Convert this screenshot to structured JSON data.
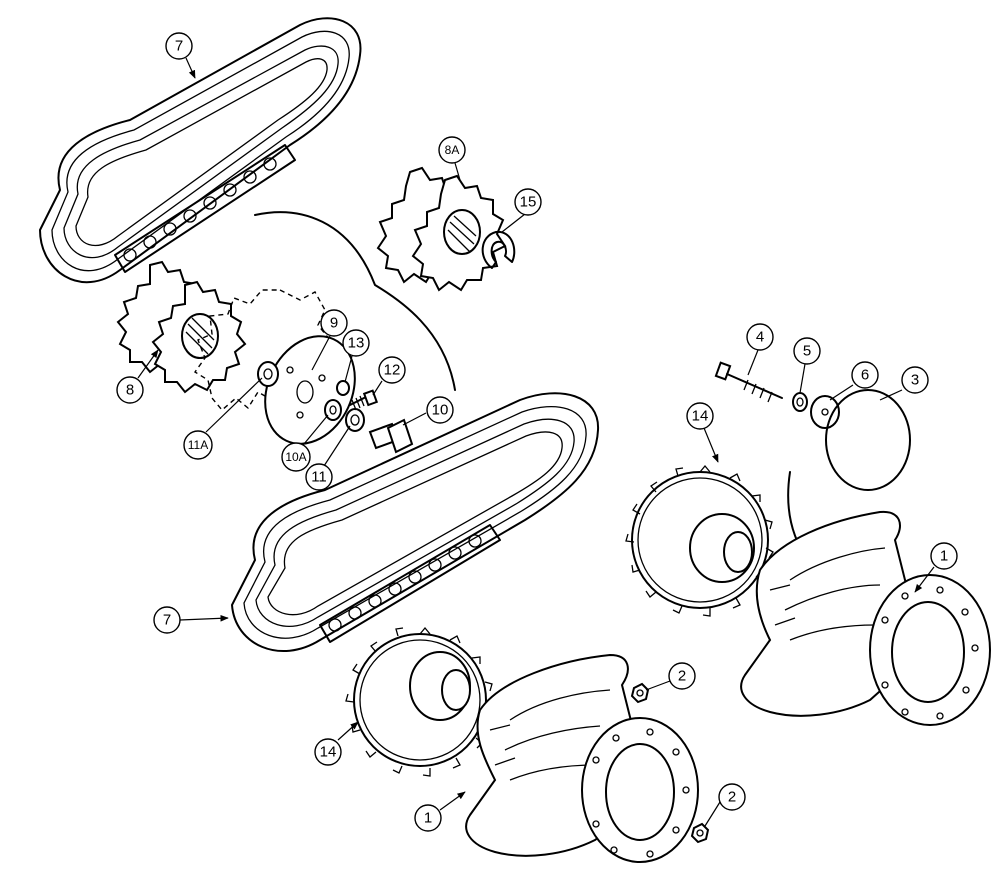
{
  "callouts": {
    "c1a": "1",
    "c1b": "1",
    "c2a": "2",
    "c2b": "2",
    "c3": "3",
    "c4": "4",
    "c5": "5",
    "c6": "6",
    "c7a": "7",
    "c7b": "7",
    "c8": "8",
    "c8a": "8A",
    "c9": "9",
    "c10": "10",
    "c10a": "10A",
    "c11": "11",
    "c11a": "11A",
    "c12": "12",
    "c13": "13",
    "c14a": "14",
    "c14b": "14",
    "c15": "15"
  }
}
